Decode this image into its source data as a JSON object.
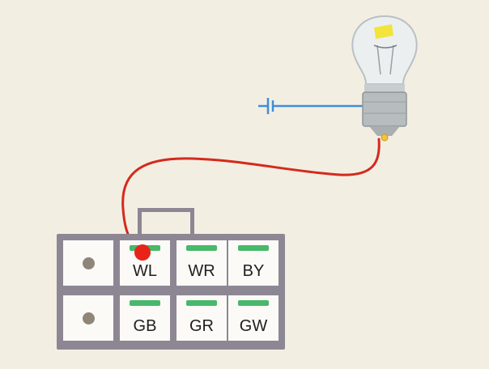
{
  "connector": {
    "pins": [
      {
        "id": "WL",
        "label": "WL",
        "wired": true
      },
      {
        "id": "WR",
        "label": "WR"
      },
      {
        "id": "BY",
        "label": "BY"
      },
      {
        "id": "GB",
        "label": "GB"
      },
      {
        "id": "GR",
        "label": "GR"
      },
      {
        "id": "GW",
        "label": "GW"
      }
    ]
  },
  "colors": {
    "wire": "#d42a1c",
    "ground": "#3e8fd8",
    "pin_marker": "#48b86a",
    "housing": "#8d8794"
  }
}
